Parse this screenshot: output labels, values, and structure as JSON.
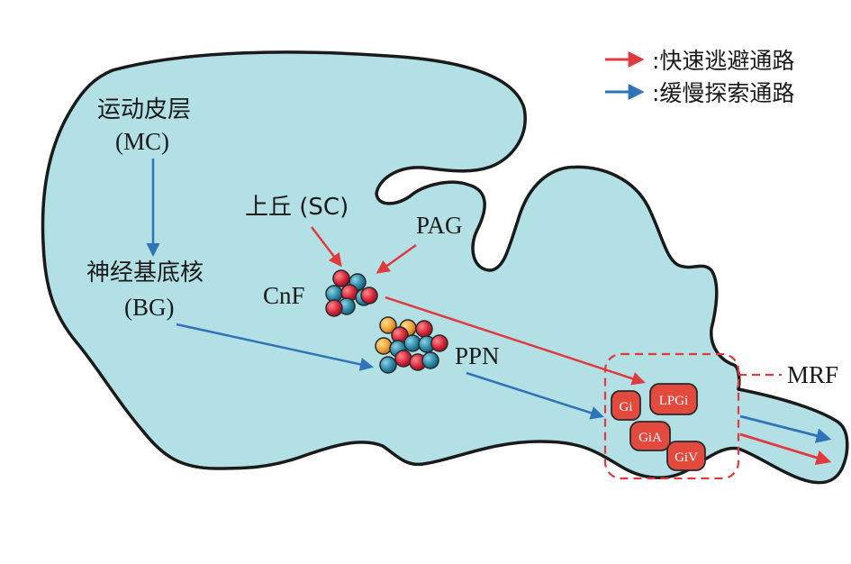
{
  "colors": {
    "brain_fill": "#b2e0e4",
    "brain_stroke": "#1a1a1a",
    "fast_escape": "#e03a3e",
    "slow_explore": "#2f73b8",
    "nucleus_fill": "#e14a3c",
    "dot_red": "#d7263d",
    "dot_teal": "#2c8aa8",
    "dot_orange": "#f2a23a"
  },
  "legend": {
    "fast_label": ":快速逃避通路",
    "slow_label": ":缓慢探索通路",
    "fast_icon": "red-arrow",
    "slow_icon": "blue-arrow"
  },
  "regions": {
    "mc_name": "运动皮层",
    "mc_abbr": "(MC)",
    "bg_name": "神经基底核",
    "bg_abbr": "(BG)",
    "sc_label": "上丘 (SC)",
    "pag_label": "PAG",
    "cnf_label": "CnF",
    "ppn_label": "PPN",
    "mrf_label": "MRF"
  },
  "nuclei": {
    "gi": "Gi",
    "lpgi": "LPGi",
    "gia": "GiA",
    "giv": "GiV"
  }
}
